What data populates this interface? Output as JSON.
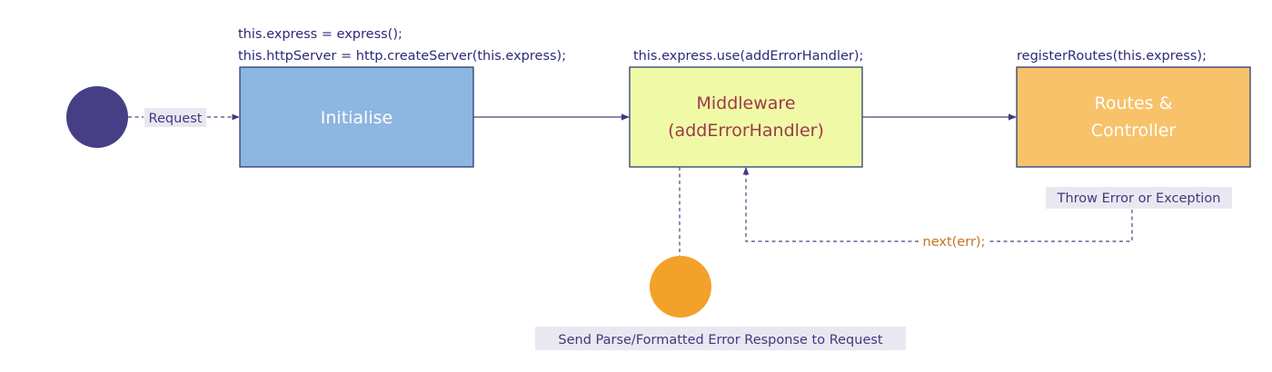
{
  "nodes": {
    "start": {
      "color": "#473f85"
    },
    "initialise": {
      "label": "Initialise",
      "fill": "#8db6e0",
      "stroke": "#2c3e75",
      "text_color": "#ffffff",
      "code_lines": [
        "this.express = express();",
        "this.httpServer = http.createServer(this.express);"
      ]
    },
    "middleware": {
      "label_lines": [
        "Middleware",
        "(addErrorHandler)"
      ],
      "fill": "#f0f9a6",
      "stroke": "#2c3e75",
      "text_color": "#9c3a4a",
      "code_lines": [
        "this.express.use(addErrorHandler);"
      ]
    },
    "routes": {
      "label_lines": [
        "Routes &",
        "Controller"
      ],
      "fill": "#f7c26a",
      "stroke": "#2c3e75",
      "text_color": "#ffffff",
      "code_lines": [
        "registerRoutes(this.express);"
      ]
    },
    "end": {
      "color": "#f2a22a",
      "label": "Send Parse/Formatted Error Response to Request"
    }
  },
  "edges": {
    "request": {
      "label": "Request",
      "label_color": "#3d3a7e"
    },
    "throw": {
      "label": "Throw Error or Exception",
      "label_color": "#3d3a7e"
    },
    "next": {
      "label": "next(err);",
      "label_color": "#c0741d"
    }
  },
  "colors": {
    "line": "#4a4577",
    "arrow": "#3d3a7e",
    "end_label_text": "#3d3a7e"
  }
}
